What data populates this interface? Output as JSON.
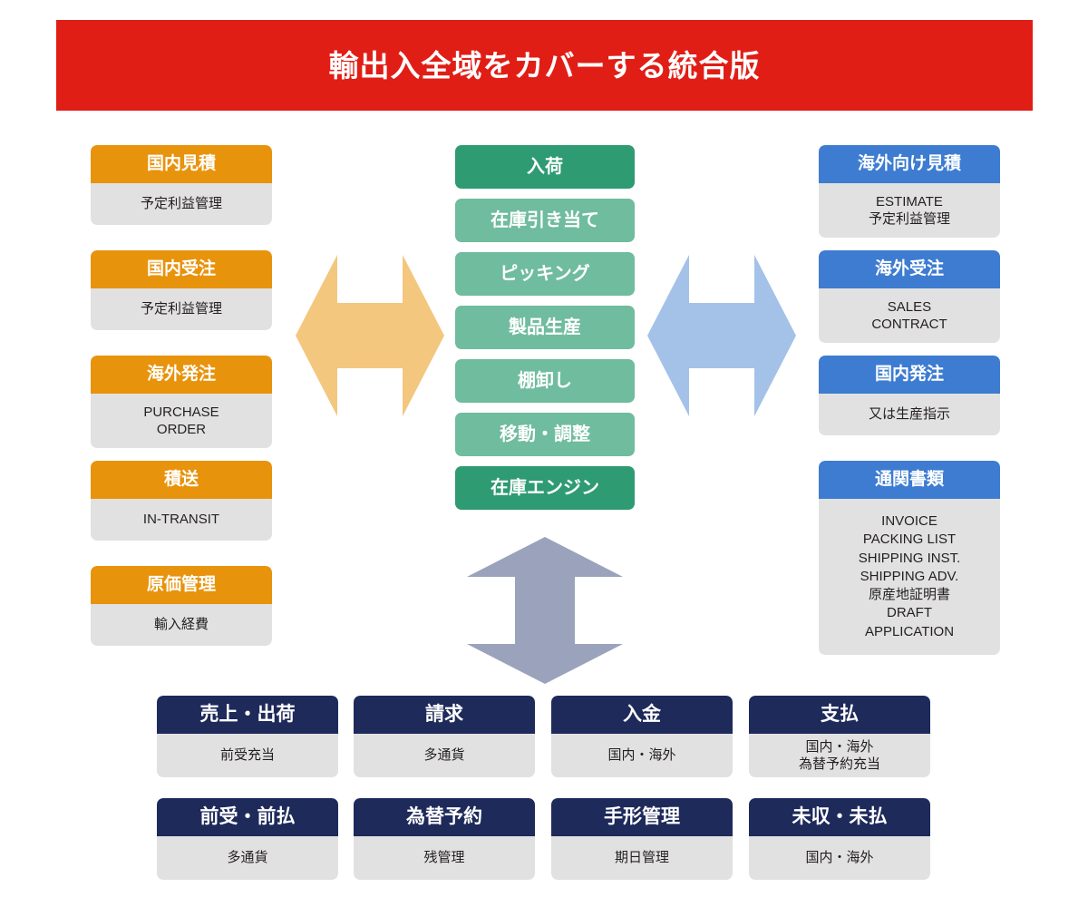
{
  "title": {
    "text": "輸出入全域をカバーする統合版",
    "background": "#E01E16",
    "color": "#FFFFFF"
  },
  "palette": {
    "orange": "#E8930C",
    "blue": "#3D7CD1",
    "navy": "#1E2A5A",
    "green_dark": "#2E9B72",
    "green_light": "#6FBC9E",
    "body_gray": "#E2E1E1",
    "arrow_orange": "#F3C77E",
    "arrow_blue": "#A4C2E8",
    "arrow_gray": "#9AA3BB"
  },
  "left_column": {
    "name": "domestic-procurement-column",
    "cards": [
      {
        "title": "国内見積",
        "body": "予定利益管理"
      },
      {
        "title": "国内受注",
        "body": "予定利益管理"
      },
      {
        "title": "海外発注",
        "body": "PURCHASE\nORDER"
      },
      {
        "title": "積送",
        "body": "IN-TRANSIT"
      },
      {
        "title": "原価管理",
        "body": "輸入経費"
      }
    ]
  },
  "center_column": {
    "name": "inventory-engine-column",
    "pills": [
      {
        "label": "入荷",
        "tone": "dark"
      },
      {
        "label": "在庫引き当て",
        "tone": "light"
      },
      {
        "label": "ピッキング",
        "tone": "light"
      },
      {
        "label": "製品生産",
        "tone": "light"
      },
      {
        "label": "棚卸し",
        "tone": "light"
      },
      {
        "label": "移動・調整",
        "tone": "light"
      },
      {
        "label": "在庫エンジン",
        "tone": "dark"
      }
    ]
  },
  "right_column": {
    "name": "overseas-sales-column",
    "cards": [
      {
        "title": "海外向け見積",
        "body": "ESTIMATE\n予定利益管理"
      },
      {
        "title": "海外受注",
        "body": "SALES\nCONTRACT"
      },
      {
        "title": "国内発注",
        "body": "又は生産指示"
      },
      {
        "title": "通関書類",
        "body": "INVOICE\nPACKING LIST\nSHIPPING INST.\nSHIPPING ADV.\n原産地証明書\nDRAFT\nAPPLICATION"
      }
    ]
  },
  "bottom_rows": {
    "name": "accounting-grid",
    "row1": [
      {
        "title": "売上・出荷",
        "body": "前受充当"
      },
      {
        "title": "請求",
        "body": "多通貨"
      },
      {
        "title": "入金",
        "body": "国内・海外"
      },
      {
        "title": "支払",
        "body": "国内・海外\n為替予約充当"
      }
    ],
    "row2": [
      {
        "title": "前受・前払",
        "body": "多通貨"
      },
      {
        "title": "為替予約",
        "body": "残管理"
      },
      {
        "title": "手形管理",
        "body": "期日管理"
      },
      {
        "title": "未収・未払",
        "body": "国内・海外"
      }
    ]
  },
  "arrows": [
    {
      "name": "left-right-double-arrow",
      "direction": "horizontal",
      "color": "#F3C77E"
    },
    {
      "name": "right-left-double-arrow",
      "direction": "horizontal",
      "color": "#A4C2E8"
    },
    {
      "name": "center-bottom-double-arrow",
      "direction": "vertical",
      "color": "#9AA3BB"
    }
  ]
}
